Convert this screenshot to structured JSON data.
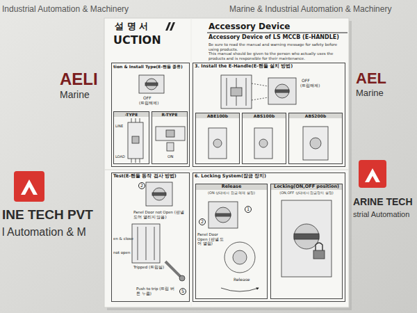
{
  "diagram": {
    "nodes": [
      {
        "text": [
          "tion & Install Type(E-핸들 종류)"
        ]
      },
      {
        "text": [
          "-TYPE"
        ],
        "in": 0
      },
      {
        "text": [
          "R-TYPE"
        ],
        "in": 0
      },
      {
        "text": [
          "3. Install the E-Handle(E-핸들 설치 방법)"
        ]
      },
      {
        "text": [
          "ABE100b"
        ],
        "in": 3
      },
      {
        "text": [
          "ABS100b"
        ],
        "in": 3
      },
      {
        "text": [
          "ABS200b"
        ],
        "in": 3
      },
      {
        "text": [
          "Test(E-핸들 동작 검사 방법)"
        ]
      },
      {
        "text": [
          "6. Locking System(잠금 장치)"
        ]
      },
      {
        "text": [
          "Release",
          "(ON 상태에서 잠금 해제 설정)"
        ],
        "in": 8
      },
      {
        "text": [
          "Locking(ON,OFF position)",
          "(ON,OFF 상태에서 잠금장치 설정)"
        ],
        "in": 8
      }
    ],
    "labels": [
      "Industrial Automation & Machinery",
      "Marine & Industrial Automation & Machinery",
      "AELI",
      "Marine",
      "INE TECH PVT",
      "l Automation & M",
      "AEL",
      "Marine",
      "ARINE TECH",
      "strial Automation",
      "설 명 서",
      "UCTION",
      "Accessory Device",
      "Accessory Device of LS MCCB (E-HANDLE)",
      "Be sure to read the manual and warning message for safety before using products.",
      "This manual should be given to the person who actually uses the products and is responsible for their maintenance.",
      "OFF",
      "(트립해제)",
      "LINE",
      "LOAD",
      "ON",
      "OFF",
      "(트립해제)",
      "2",
      "Panel Door not Open (판넬 도어 열리지 않음)",
      "en & close",
      "not open",
      "Tripped (트립됨)",
      "Push to trip (트립 버튼 누름)",
      "5",
      "1",
      "2",
      "Panel Door Open (판넬 도어 열림)",
      "Release"
    ]
  }
}
